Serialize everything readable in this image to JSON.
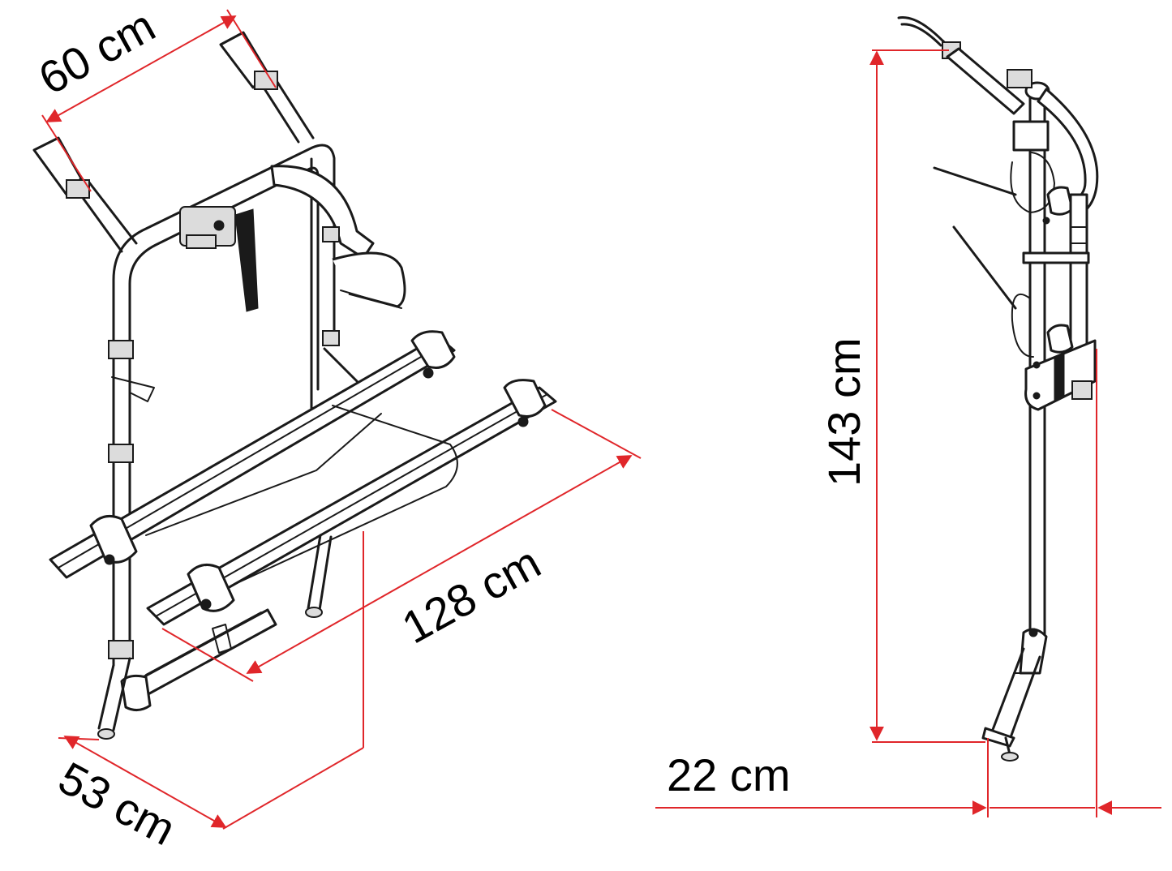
{
  "dimensions": {
    "width": "60 cm",
    "length": "128 cm",
    "depth": "53 cm",
    "height": "143 cm",
    "offset": "22 cm"
  },
  "colors": {
    "dimension_line": "#e0262a",
    "drawing": "#1a1a1a",
    "background": "#ffffff"
  },
  "views": [
    "perspective-view",
    "side-view"
  ]
}
